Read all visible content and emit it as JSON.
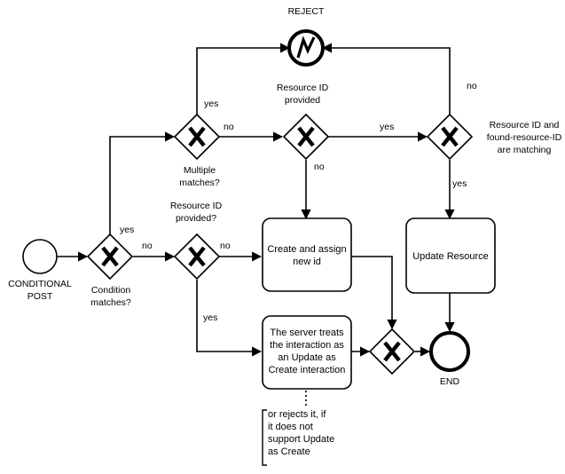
{
  "events": {
    "start": "CONDITIONAL POST",
    "end": "END",
    "reject": "REJECT"
  },
  "gateways": {
    "condition": "Condition matches?",
    "multiple": "Multiple matches?",
    "id_provided_top": "Resource ID provided",
    "id_matching": "Resource ID and found-resource-ID are matching",
    "id_provided_bottom": "Resource ID provided?"
  },
  "tasks": {
    "create_assign": "Create and assign new id",
    "update_resource": "Update Resource",
    "update_as_create": "The server treats the interaction as an Update as Create interaction"
  },
  "annotation": "or rejects it, if it does not support Update as Create",
  "edge_labels": {
    "yes": "yes",
    "no": "no"
  }
}
